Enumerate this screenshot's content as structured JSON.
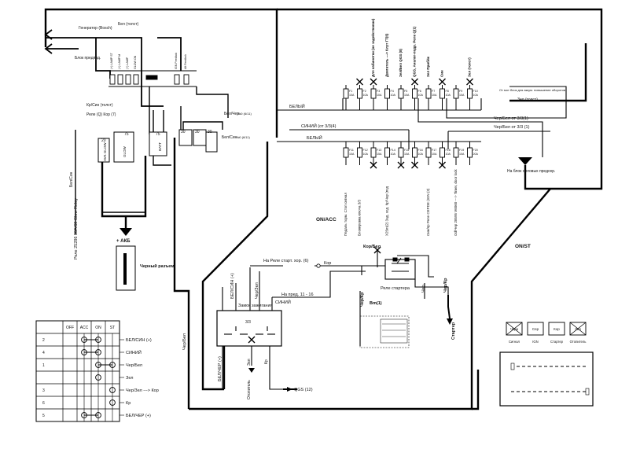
{
  "top_left": {
    "generator": "Генератор (Bosch)",
    "white_thick": "Бел (толст)",
    "preheat_block": "Блок предпод.",
    "kr_sin": "Кр/Син (толст)",
    "relay_qgs": "Реле (Q) Кор (7)",
    "bel_chr_top": "Бел/Чер",
    "bel_chr_num": "№0 (6/11)",
    "bel_sin_small": "Бел/Син",
    "bel_sin_num": "№0 (6/11)"
  },
  "small_fuses": [
    "(+) LAMP ST",
    "(+) LAMP M",
    "(+) LAMP",
    "GLOW ON",
    "",
    "IGN Feedbck",
    "Alt Feedbck"
  ],
  "relay_labels": {
    "r20_top": "20",
    "r75_top": "75",
    "r75b_top": "75",
    "r30": "30",
    "r30b": "30",
    "r30c": "30",
    "avk_glow": "AVK GLOW",
    "glow": "GLOW",
    "batt": "BATT"
  },
  "left_vertical": {
    "relay_caption": "Реле 25286 80A/60 Glow Relay",
    "bel_sin": "Бел/Син"
  },
  "akb": {
    "label": "+ АКБ",
    "connector": "Черный разъем"
  },
  "fuses_top": {
    "bus_label": "БЕЛЫЙ",
    "items": [
      {
        "id": "F1",
        "amp": "10A",
        "caption": "",
        "x": false
      },
      {
        "id": "F2",
        "amp": "10A",
        "caption": "",
        "x": true
      },
      {
        "id": "F3",
        "amp": "10A",
        "caption": "Для кабинотки (не задействован)",
        "x": true
      },
      {
        "id": "F4",
        "amp": "10A",
        "caption": "Двигатель ---> Клут ГТ(6)",
        "x": false
      },
      {
        "id": "F5",
        "amp": "10A",
        "caption": "Зел/Бел QGS (8)",
        "x": false
      },
      {
        "id": "F6",
        "amp": "10A",
        "caption": "QGS, Аналог-подр. Реле Q(1)",
        "x": true
      },
      {
        "id": "F7",
        "amp": "10A",
        "caption": "Зел Прибйк",
        "x": false
      },
      {
        "id": "F8",
        "amp": "10A",
        "caption": "Син",
        "x": true
      },
      {
        "id": "F9",
        "amp": "10A",
        "caption": "",
        "x": false
      },
      {
        "id": "F10",
        "amp": "10A",
        "caption": "Зел (толст)",
        "x": true
      }
    ],
    "right_note": "От мот блок для аккум. повышение оборотов",
    "zel_tolst": "Зел (толст)"
  },
  "fuses_bottom": {
    "bus_label": "БЕЛЫЙ",
    "sin_label": "СИНИЙ (от 3/3(4)",
    "items": [
      {
        "id": "F11",
        "amp": "10A",
        "caption": "Педаль торм. Стоп сигнал",
        "x": false
      },
      {
        "id": "F12",
        "amp": "10A",
        "caption": "Блокировка ключа 3/3",
        "x": false
      },
      {
        "id": "F13",
        "amp": "15A",
        "caption": "",
        "x": true
      },
      {
        "id": "F14",
        "amp": "10A",
        "caption": "X25m(2) Зад. ход. Кр/Чер (под",
        "x": false
      },
      {
        "id": "F15",
        "amp": "10A",
        "caption": "",
        "x": true
      },
      {
        "id": "F16",
        "amp": "10A",
        "caption": "",
        "x": true
      },
      {
        "id": "F17",
        "amp": "10A",
        "caption": "Син/Кр Реле CEPDE (IGN (3)",
        "x": false
      },
      {
        "id": "F18",
        "amp": "10A",
        "caption": "",
        "x": true
      },
      {
        "id": "F19",
        "amp": "10A",
        "caption": "Od/Чер 28595 V6060 ---> Timer, door lock",
        "x": false
      },
      {
        "id": "F20",
        "amp": "20A",
        "caption": "",
        "x": false
      }
    ],
    "chr_bel_1": "Чер/Бел от 3/3(1)",
    "chr_bel_2": "Чер/Бел от 3/3 (1)",
    "power_block": "На блок силовых предохр."
  },
  "labels": {
    "on_acc": "ON/ACC",
    "on_st": "ON/ST",
    "rele_start_hor": "На Реле старт. хор. (6)",
    "kor": "Кор",
    "na_pred": "На пред. 11 - 16",
    "sin": "СИНИЙ",
    "chr_bel_left": "Чер/Бел",
    "bel_sin_plus": "БЕЛ/СИН (+)",
    "chr_zel": "Чер/Зел",
    "bel_chr_plus": "БЕЛ/ЧЕР (+)",
    "ignition_lock": "Замок зажигания",
    "lock_33": "3/3",
    "zel": "Зел",
    "kr": "Кр",
    "otopitel": "Отопитель",
    "qgs12": "QGS (12)",
    "kor_bel": "Кор/Бел",
    "chr_kr_left": "Чер/Кр",
    "starter_relay": "Реле стартера",
    "chr": "Чер",
    "chr_kr_right": "Чер/Кр",
    "vm1": "Вm(1)",
    "starter": "Стартер",
    "chr_bottom": "Чер"
  },
  "switch_table": {
    "headers": [
      "",
      "OFF",
      "ACC",
      "ON",
      "ST"
    ],
    "rows": [
      {
        "pin": "2",
        "label": "БЕЛ/СИН (+)"
      },
      {
        "pin": "4",
        "label": "СИНИЙ"
      },
      {
        "pin": "1",
        "label": "Чер/Бел"
      },
      {
        "pin": "",
        "label": "Зел"
      },
      {
        "pin": "3",
        "label": "Чер/Зел ---> Кор"
      },
      {
        "pin": "6",
        "label": "Кр"
      },
      {
        "pin": "5",
        "label": "БЕЛ/ЧЕР (+)"
      }
    ]
  },
  "legend": {
    "items": [
      {
        "box": "Черн",
        "label": "Сигнал",
        "x": true
      },
      {
        "box": "Сер",
        "label": "IGN",
        "x": false
      },
      {
        "box": "Кор",
        "label": "Стартер",
        "x": false
      },
      {
        "box": "Зел",
        "label": "Отопитель",
        "x": true
      }
    ]
  }
}
